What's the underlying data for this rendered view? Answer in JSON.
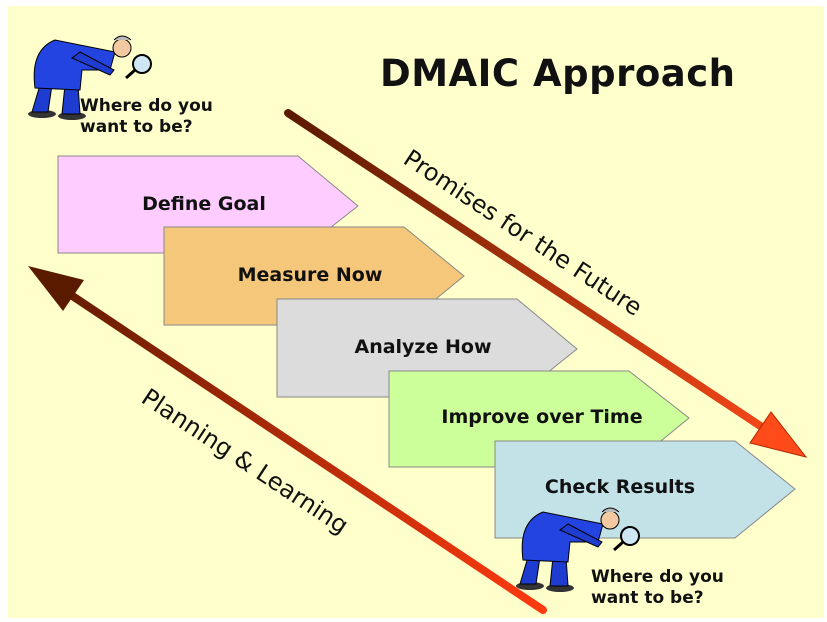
{
  "title": "DMAIC Approach",
  "question_top": [
    "Where do you",
    "want to be?"
  ],
  "question_bottom": [
    "Where do you",
    "want to be?"
  ],
  "arrow_down_label": "Promises for the Future",
  "arrow_up_label": "Planning & Learning",
  "steps": [
    {
      "label": "Define Goal",
      "color": "#ffccff"
    },
    {
      "label": "Measure Now",
      "color": "#f5c77a"
    },
    {
      "label": "Analyze How",
      "color": "#dcdcdc"
    },
    {
      "label": "Improve over Time",
      "color": "#ccff99"
    },
    {
      "label": "Check Results",
      "color": "#c2e2e8"
    }
  ],
  "colors": {
    "background": "#ffffcc",
    "arrow_dark": "#5a1a00",
    "arrow_light": "#ff4a1a"
  }
}
